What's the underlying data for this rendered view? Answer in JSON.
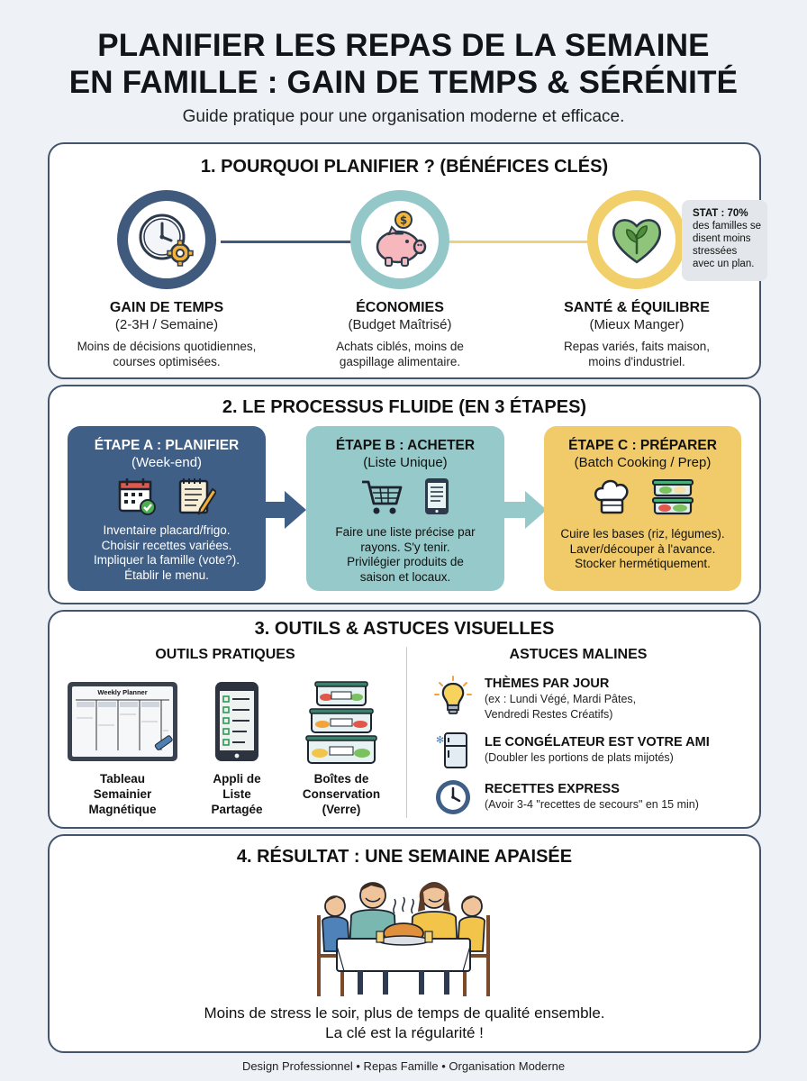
{
  "header": {
    "title_line1": "PLANIFIER LES REPAS DE LA SEMAINE",
    "title_line2": "EN FAMILLE : GAIN DE TEMPS & SÉRÉNITÉ",
    "subtitle": "Guide pratique pour une organisation moderne et efficace."
  },
  "section1": {
    "title": "1. POURQUOI PLANIFIER ? (BÉNÉFICES CLÉS)",
    "benefits": [
      {
        "head": "GAIN DE TEMPS",
        "sub": "(2-3H / Semaine)",
        "desc1": "Moins de décisions quotidiennes,",
        "desc2": "courses optimisées.",
        "icon": "clock-gear-icon",
        "color": "#3f5a7c"
      },
      {
        "head": "ÉCONOMIES",
        "sub": "(Budget Maîtrisé)",
        "desc1": "Achats ciblés, moins de",
        "desc2": "gaspillage alimentaire.",
        "icon": "piggy-bank-icon",
        "color": "#93c7c8"
      },
      {
        "head": "SANTÉ & ÉQUILIBRE",
        "sub": "(Mieux Manger)",
        "desc1": "Repas variés, faits maison,",
        "desc2": "moins d'industriel.",
        "icon": "heart-leaf-icon",
        "color": "#f1cf6a"
      }
    ],
    "stat": {
      "label": "STAT : 70%",
      "l1": "des familles se",
      "l2": "disent moins",
      "l3": "stressées",
      "l4": "avec un plan."
    }
  },
  "section2": {
    "title": "2. LE PROCESSUS FLUIDE (EN 3 ÉTAPES)",
    "steps": [
      {
        "title": "ÉTAPE A : PLANIFIER",
        "sub": "(Week-end)",
        "d1": "Inventaire placard/frigo.",
        "d2": "Choisir recettes variées.",
        "d3": "Impliquer la famille (vote?).",
        "d4": "Établir le menu.",
        "bg": "#3f5f86",
        "fg": "#ffffff"
      },
      {
        "title": "ÉTAPE B : ACHETER",
        "sub": "(Liste Unique)",
        "d1": "Faire une liste précise par",
        "d2": "rayons. S'y tenir.",
        "d3": "Privilégier produits de",
        "d4": "saison et locaux.",
        "bg": "#96c9c9",
        "fg": "#111111"
      },
      {
        "title": "ÉTAPE C : PRÉPARER",
        "sub": "(Batch Cooking / Prep)",
        "d1": "Cuire les bases (riz, légumes).",
        "d2": "Laver/découper à l'avance.",
        "d3": "Stocker hermétiquement.",
        "bg": "#f1cb69",
        "fg": "#111111"
      }
    ]
  },
  "section3": {
    "title": "3. OUTILS & ASTUCES VISUELLES",
    "tools_title": "OUTILS PRATIQUES",
    "tips_title": "ASTUCES MALINES",
    "tools": [
      {
        "l1": "Tableau",
        "l2": "Semainier",
        "l3": "Magnétique"
      },
      {
        "l1": "Appli de",
        "l2": "Liste",
        "l3": "Partagée"
      },
      {
        "l1": "Boîtes de",
        "l2": "Conservation",
        "l3": "(Verre)"
      }
    ],
    "planner_label": "Weekly Planner",
    "tips": [
      {
        "head": "THÈMES PAR JOUR",
        "d1": "(ex : Lundi Végé, Mardi Pâtes,",
        "d2": "Vendredi Restes Créatifs)"
      },
      {
        "head": "LE CONGÉLATEUR EST VOTRE AMI",
        "d1": "(Doubler les portions de plats mijotés)",
        "d2": ""
      },
      {
        "head": "RECETTES EXPRESS",
        "d1": "(Avoir 3-4 \"recettes de secours\" en 15 min)",
        "d2": ""
      }
    ]
  },
  "section4": {
    "title": "4. RÉSULTAT : UNE SEMAINE APAISÉE",
    "line1": "Moins de stress le soir, plus de temps de qualité ensemble.",
    "line2": "La clé est la régularité !"
  },
  "footer": "Design Professionnel • Repas Famille • Organisation Moderne"
}
